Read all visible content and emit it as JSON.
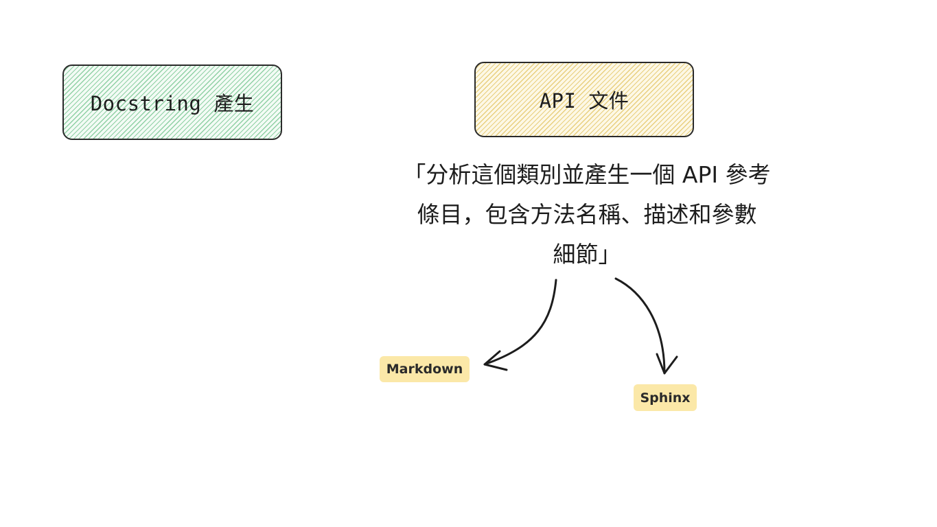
{
  "nodes": {
    "docstring": {
      "label": "Docstring 產生",
      "color": "#8fd0a4"
    },
    "api_doc": {
      "label": "API 文件",
      "color": "#e8cf7e"
    }
  },
  "prompt": {
    "line1": "「分析這個類別並產生一個 API 參考",
    "line2": "條目，包含方法名稱、描述和參數",
    "line3": "細節」"
  },
  "tags": {
    "markdown": "Markdown",
    "sphinx": "Sphinx"
  },
  "colors": {
    "tag_bg": "#fbe8a8",
    "stroke": "#2a2a2a"
  }
}
